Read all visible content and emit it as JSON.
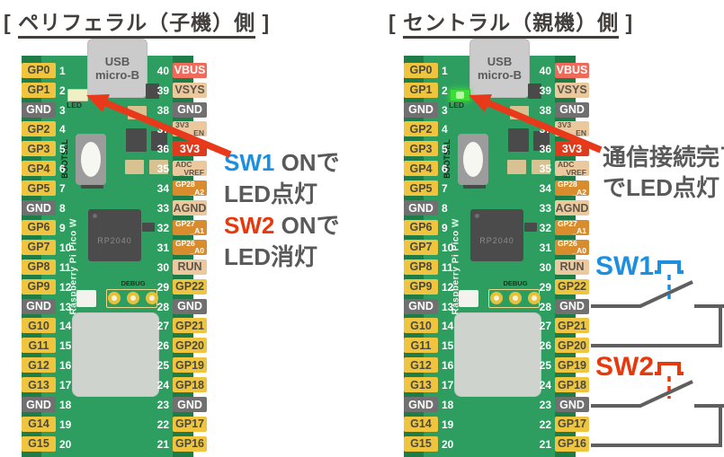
{
  "panels": [
    {
      "id": "peripheral",
      "title_open": "[ ",
      "title": "ペリフェラル（子機）側",
      "title_close": " ]",
      "led_state": "off"
    },
    {
      "id": "central",
      "title_open": "[ ",
      "title": "セントラル（親機）側",
      "title_close": " ]",
      "led_state": "on"
    }
  ],
  "board": {
    "usb_label_line1": "USB",
    "usb_label_line2": "micro-B",
    "led_label": "LED",
    "bootsel_label": "BOOTSEL",
    "silk_text": "Raspberry Pi Pico W",
    "chip_label": "RP2040",
    "debug_label": "DEBUG",
    "left_pins": [
      {
        "num": "1",
        "label": "GP0",
        "type": "gpio"
      },
      {
        "num": "2",
        "label": "GP1",
        "type": "gpio"
      },
      {
        "num": "3",
        "label": "GND",
        "type": "gnd"
      },
      {
        "num": "4",
        "label": "GP2",
        "type": "gpio"
      },
      {
        "num": "5",
        "label": "GP3",
        "type": "gpio"
      },
      {
        "num": "6",
        "label": "GP4",
        "type": "gpio"
      },
      {
        "num": "7",
        "label": "GP5",
        "type": "gpio"
      },
      {
        "num": "8",
        "label": "GND",
        "type": "gnd"
      },
      {
        "num": "9",
        "label": "GP6",
        "type": "gpio"
      },
      {
        "num": "10",
        "label": "GP7",
        "type": "gpio"
      },
      {
        "num": "11",
        "label": "GP8",
        "type": "gpio"
      },
      {
        "num": "12",
        "label": "GP9",
        "type": "gpio"
      },
      {
        "num": "13",
        "label": "GND",
        "type": "gnd"
      },
      {
        "num": "14",
        "label": "G10",
        "type": "gpio"
      },
      {
        "num": "15",
        "label": "G11",
        "type": "gpio"
      },
      {
        "num": "16",
        "label": "G12",
        "type": "gpio"
      },
      {
        "num": "17",
        "label": "G13",
        "type": "gpio"
      },
      {
        "num": "18",
        "label": "GND",
        "type": "gnd"
      },
      {
        "num": "19",
        "label": "G14",
        "type": "gpio"
      },
      {
        "num": "20",
        "label": "G15",
        "type": "gpio"
      }
    ],
    "right_pins": [
      {
        "num": "40",
        "label": "VBUS",
        "type": "vbus"
      },
      {
        "num": "39",
        "label": "VSYS",
        "type": "sys"
      },
      {
        "num": "38",
        "label": "GND",
        "type": "gnd"
      },
      {
        "num": "37",
        "label": "3V3",
        "label2": "_EN",
        "type": "sys"
      },
      {
        "num": "36",
        "label": "3V3",
        "type": "v33"
      },
      {
        "num": "35",
        "label": "ADC",
        "label2": "_VREF",
        "type": "sys"
      },
      {
        "num": "34",
        "label": "GP28",
        "label2": "_A2",
        "type": "adc"
      },
      {
        "num": "33",
        "label": "AGND",
        "type": "sys"
      },
      {
        "num": "32",
        "label": "GP27",
        "label2": "_A1",
        "type": "adc"
      },
      {
        "num": "31",
        "label": "GP26",
        "label2": "_A0",
        "type": "adc"
      },
      {
        "num": "30",
        "label": "RUN",
        "type": "sys"
      },
      {
        "num": "29",
        "label": "GP22",
        "type": "gpio"
      },
      {
        "num": "28",
        "label": "GND",
        "type": "gnd"
      },
      {
        "num": "27",
        "label": "GP21",
        "type": "gpio"
      },
      {
        "num": "26",
        "label": "GP20",
        "type": "gpio"
      },
      {
        "num": "25",
        "label": "GP19",
        "type": "gpio"
      },
      {
        "num": "24",
        "label": "GP18",
        "type": "gpio"
      },
      {
        "num": "23",
        "label": "GND",
        "type": "gnd"
      },
      {
        "num": "22",
        "label": "GP17",
        "type": "gpio"
      },
      {
        "num": "21",
        "label": "GP16",
        "type": "gpio"
      }
    ]
  },
  "annotations": {
    "left_note": {
      "lines": [
        [
          {
            "t": "SW1",
            "c": "blue"
          },
          {
            "t": " ONで",
            "c": "dark"
          }
        ],
        [
          {
            "t": "LED点灯",
            "c": "dark"
          }
        ],
        [
          {
            "t": "SW2",
            "c": "red"
          },
          {
            "t": " ONで",
            "c": "dark"
          }
        ],
        [
          {
            "t": "LED消灯",
            "c": "dark"
          }
        ]
      ]
    },
    "right_note": {
      "lines": [
        [
          {
            "t": "通信接続完了",
            "c": "dark"
          }
        ],
        [
          {
            "t": "でLED点灯",
            "c": "dark"
          }
        ]
      ]
    },
    "sw1_label": "SW1",
    "sw2_label": "SW2"
  },
  "colors": {
    "board_green": "#2D9E60",
    "board_green_dark": "#1E7C46",
    "gpio_yellow": "#EFC53F",
    "gnd_gray": "#707070",
    "vbus_red": "#EF6A5A",
    "v33_red": "#DC3B1E",
    "sys_tan": "#EBC89E",
    "adc_orange": "#D98C2E",
    "arrow_red": "#E8391B",
    "sw1_blue": "#1D8FE1",
    "sw2_red": "#E8380D",
    "note_dark": "#595959",
    "wire_gray": "#5F5F5F",
    "led_on_green": "#3BDE39",
    "led_off_cream": "#F1EFC4"
  }
}
